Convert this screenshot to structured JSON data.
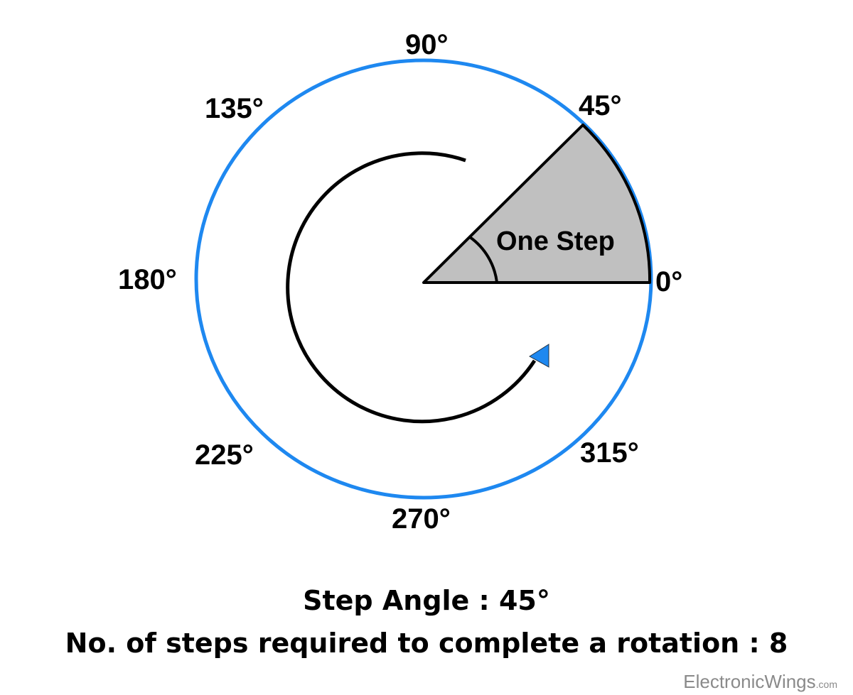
{
  "diagram": {
    "title": "Stepper motor step angle illustration",
    "angle_labels": [
      {
        "id": "a0",
        "text": "0°"
      },
      {
        "id": "a45",
        "text": "45°"
      },
      {
        "id": "a90",
        "text": "90°"
      },
      {
        "id": "a135",
        "text": "135°"
      },
      {
        "id": "a180",
        "text": "180°"
      },
      {
        "id": "a225",
        "text": "225°"
      },
      {
        "id": "a270",
        "text": "270°"
      },
      {
        "id": "a315",
        "text": "315°"
      }
    ],
    "sector_label": "One Step",
    "colors": {
      "outer_circle": "#1E88F0",
      "sector_fill": "#C0C0C0",
      "arrow_head": "#1E88F0",
      "stroke": "#000000"
    }
  },
  "captions": {
    "step_angle": "Step Angle : 45°",
    "steps_required": "No. of steps required to complete a rotation : 8"
  },
  "watermark": {
    "brand": "ElectronicWings",
    "suffix": ".com"
  }
}
